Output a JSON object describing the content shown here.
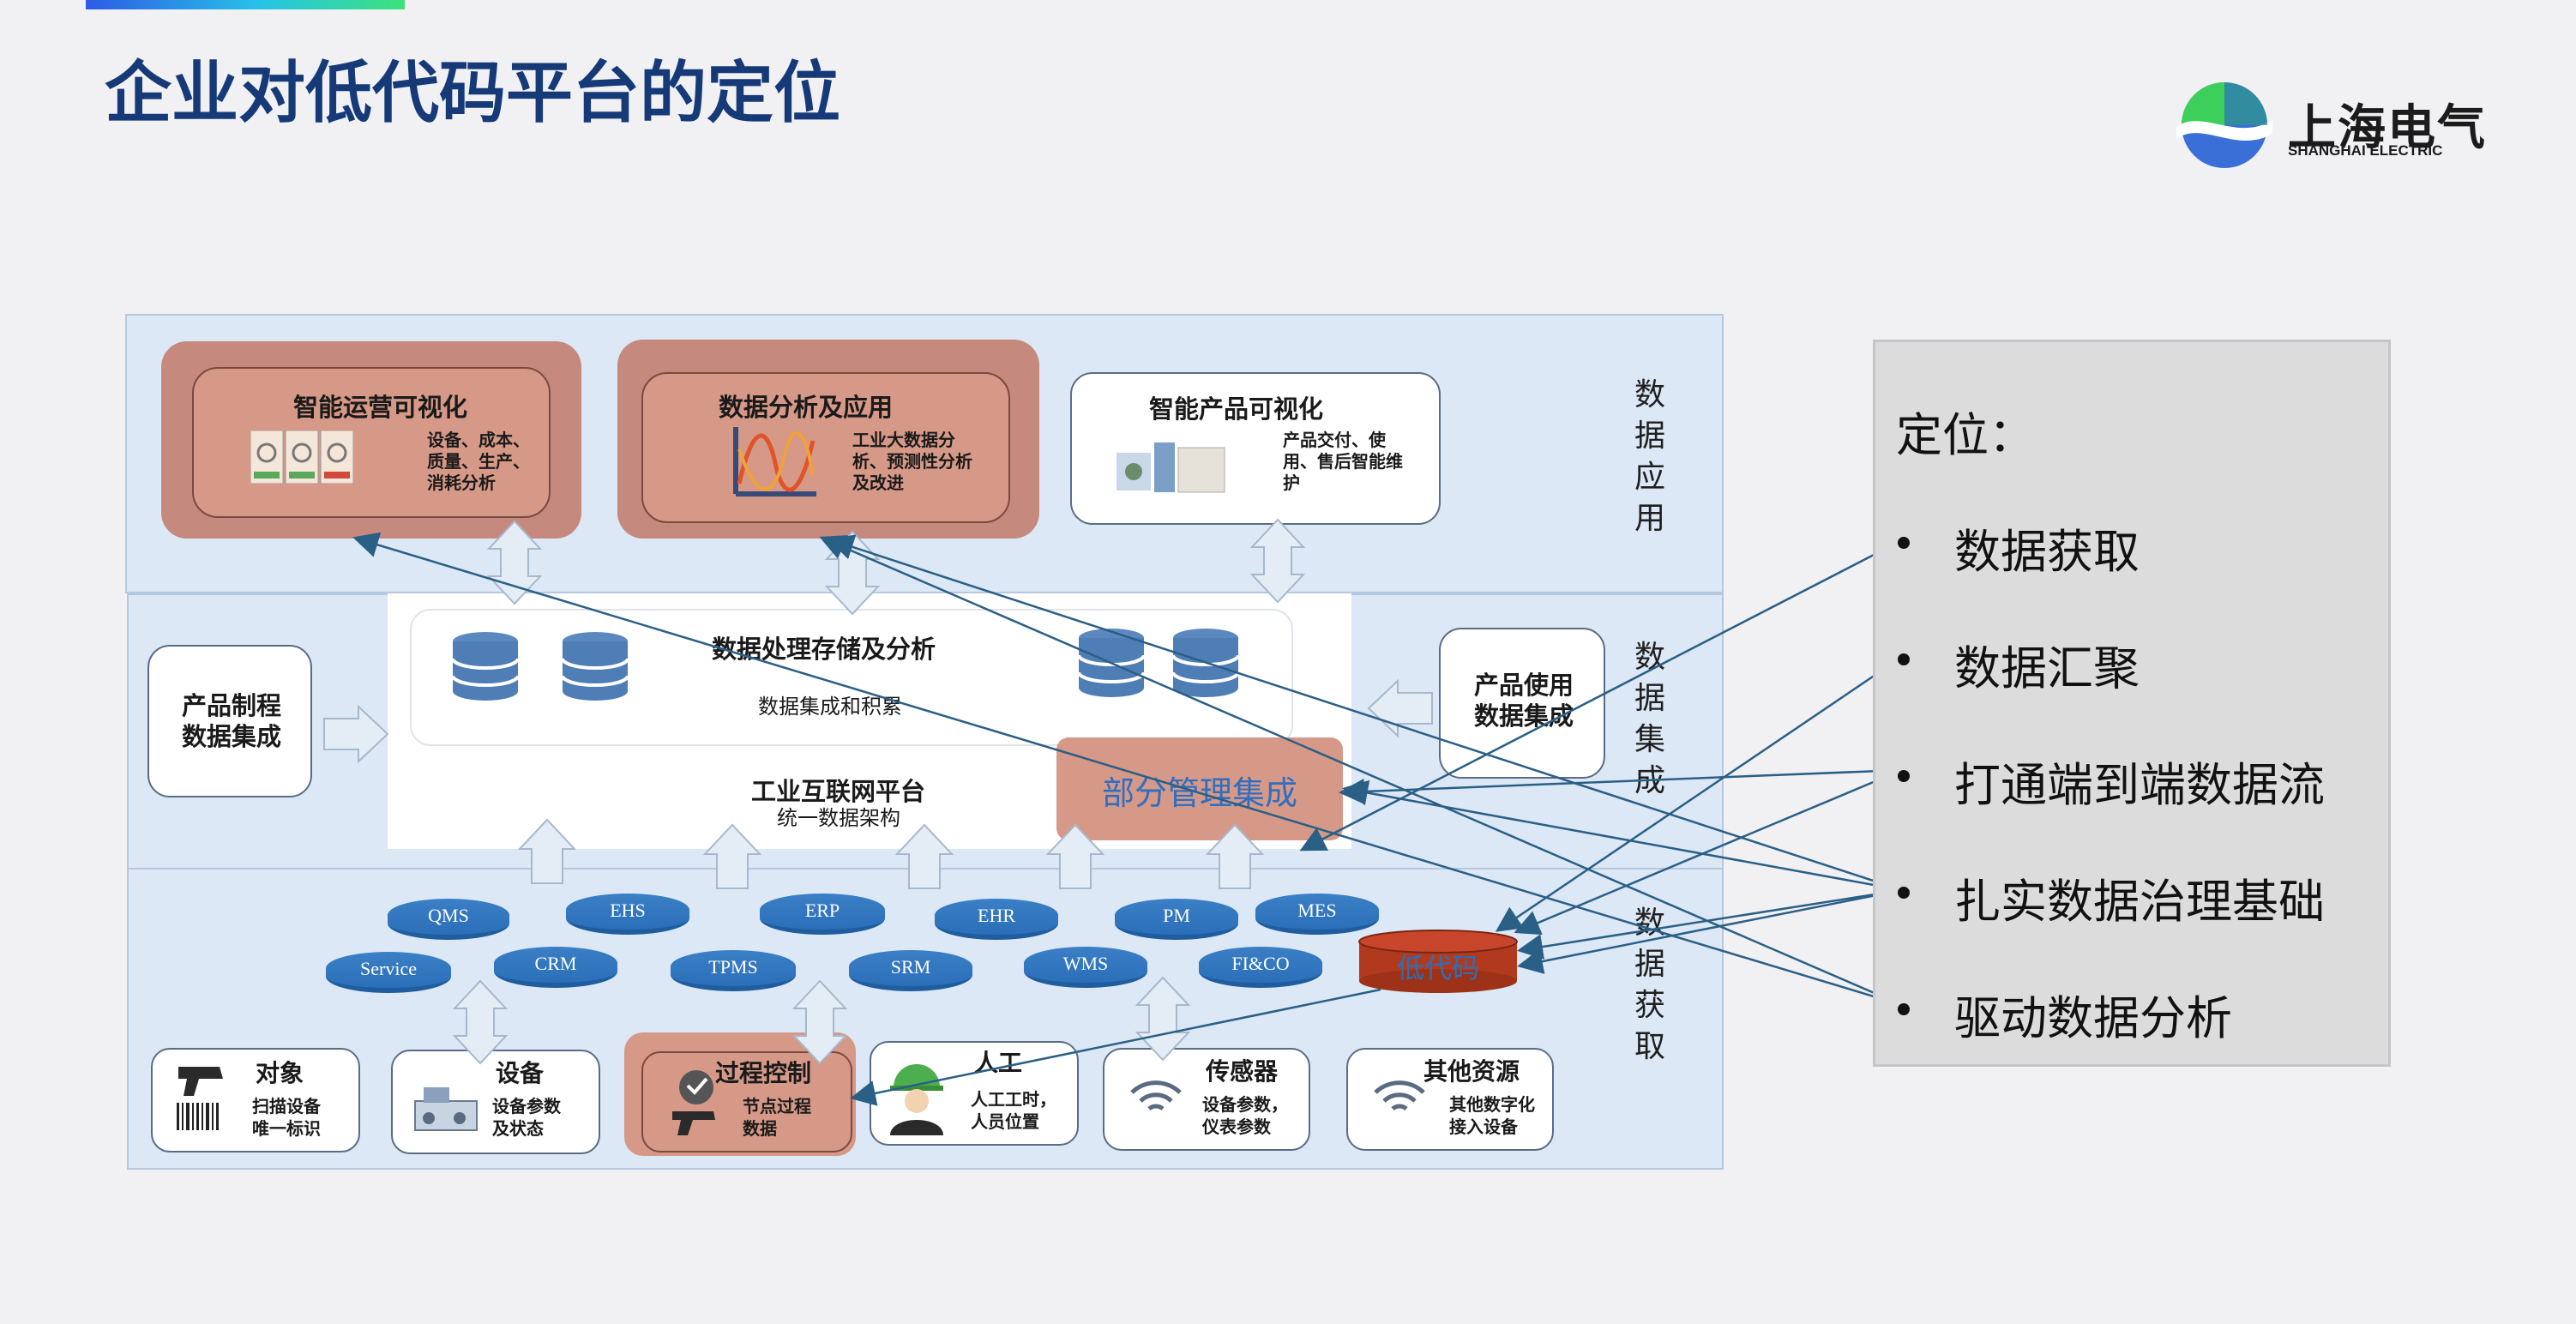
{
  "page_title": "企业对低代码平台的定位",
  "logo": {
    "cn": "上海电气",
    "en": "SHANGHAI ELECTRIC"
  },
  "colors": {
    "title": "#163a78",
    "band": "#dce8f5",
    "salmon": "#d69887",
    "salmon_dark": "#c5897e",
    "db_blue": "#2a6fb8",
    "lowcode_red": "#b13a1e",
    "panel": "#dcdcdc"
  },
  "layers": {
    "app": "数据应用",
    "integration": "数据集成",
    "acquisition": "数据获取"
  },
  "apps": [
    {
      "title": "智能运营可视化",
      "desc": "设备、成本、质量、生产、消耗分析"
    },
    {
      "title": "数据分析及应用",
      "desc": "工业大数据分析、预测性分析及改进"
    },
    {
      "title": "智能产品可视化",
      "desc": "产品交付、使用、售后智能维护"
    }
  ],
  "platform": {
    "storage_title": "数据处理存储及分析",
    "storage_sub": "数据集成和积累",
    "iiot_title": "工业互联网平台",
    "iiot_sub": "统一数据架构",
    "partial_mgmt": "部分管理集成"
  },
  "side_boxes": {
    "left": "产品制程数据集成",
    "right": "产品使用数据集成"
  },
  "systems_row1": [
    "QMS",
    "EHS",
    "ERP",
    "EHR",
    "PM",
    "MES"
  ],
  "systems_row2": [
    "Service",
    "CRM",
    "TPMS",
    "SRM",
    "WMS",
    "FI&CO"
  ],
  "low_code": "低代码",
  "sources": [
    {
      "title": "对象",
      "desc": [
        "扫描设备",
        "唯一标识"
      ]
    },
    {
      "title": "设备",
      "desc": [
        "设备参数",
        "及状态"
      ]
    },
    {
      "title": "过程控制",
      "desc": [
        "节点过程",
        "数据"
      ]
    },
    {
      "title": "人工",
      "desc": [
        "人工工时，",
        "人员位置"
      ]
    },
    {
      "title": "传感器",
      "desc": [
        "设备参数，",
        "仪表参数"
      ]
    },
    {
      "title": "其他资源",
      "desc": [
        "其他数字化",
        "接入设备"
      ]
    }
  ],
  "positioning": {
    "title": "定位：",
    "items": [
      "数据获取",
      "数据汇聚",
      "打通端到端数据流",
      "扎实数据治理基础",
      "驱动数据分析"
    ]
  },
  "icons": [
    "database-icon",
    "arrow-icon",
    "scanner-icon",
    "barcode-icon",
    "wifi-icon",
    "worker-icon",
    "chart-wave-icon",
    "dashboard-thumbnail-icon",
    "product-photo-icon",
    "machine-icon",
    "logo-icon"
  ]
}
